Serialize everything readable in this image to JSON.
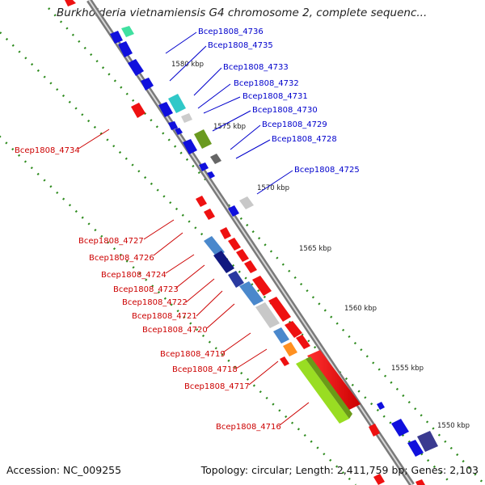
{
  "title": "Burkholderia vietnamiensis G4 chromosome 2, complete sequenc...",
  "footer": {
    "accession": "Accession: NC_009255",
    "summary": "Topology: circular; Length: 2,411,759 bp; Genes: 2,103"
  },
  "kbp_labels": [
    "1580 kbp",
    "1575 kbp",
    "1570 kbp",
    "1565 kbp",
    "1560 kbp",
    "1555 kbp",
    "1550 kbp"
  ],
  "genes_blue": [
    "Bcep1808_4736",
    "Bcep1808_4735",
    "Bcep1808_4733",
    "Bcep1808_4732",
    "Bcep1808_4731",
    "Bcep1808_4730",
    "Bcep1808_4729",
    "Bcep1808_4728",
    "Bcep1808_4725"
  ],
  "genes_red": [
    "Bcep1808_4734",
    "Bcep1808_4727",
    "Bcep1808_4726",
    "Bcep1808_4724",
    "Bcep1808_4723",
    "Bcep1808_4722",
    "Bcep1808_4721",
    "Bcep1808_4720",
    "Bcep1808_4719",
    "Bcep1808_4718",
    "Bcep1808_4717",
    "Bcep1808_4716"
  ],
  "colors": {
    "backbone": "#999999",
    "tick": "#2e8b1e",
    "blue_label": "#0000cc",
    "red_label": "#cc0000",
    "forward_gene": "#0000ee",
    "reverse_gene": "#ee0000"
  }
}
